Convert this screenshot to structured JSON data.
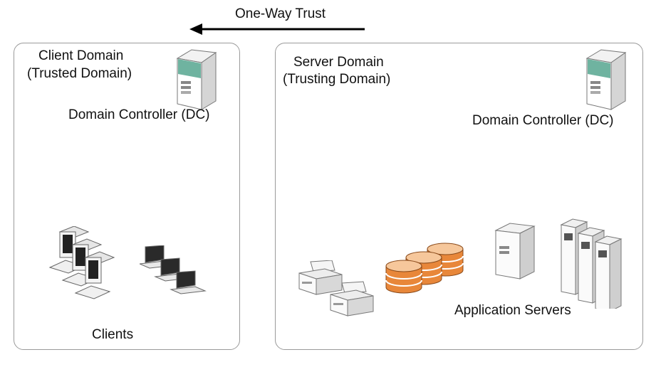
{
  "trust": {
    "label": "One-Way Trust"
  },
  "client_domain": {
    "title_line1": "Client Domain",
    "title_line2": "(Trusted Domain)",
    "dc_label": "Domain Controller (DC)",
    "clients_label": "Clients"
  },
  "server_domain": {
    "title_line1": "Server Domain",
    "title_line2": "(Trusting Domain)",
    "dc_label": "Domain Controller (DC)",
    "app_servers_label": "Application Servers"
  },
  "colors": {
    "server_accent": "#3f9a80",
    "database": "#e8873a",
    "box_border": "#9a9a9a",
    "arrow": "#000000"
  },
  "icons": [
    "server-icon",
    "desktop-computers-icon",
    "laptops-icon",
    "printers-icon",
    "databases-icon",
    "application-server-icon",
    "server-rack-icon"
  ]
}
